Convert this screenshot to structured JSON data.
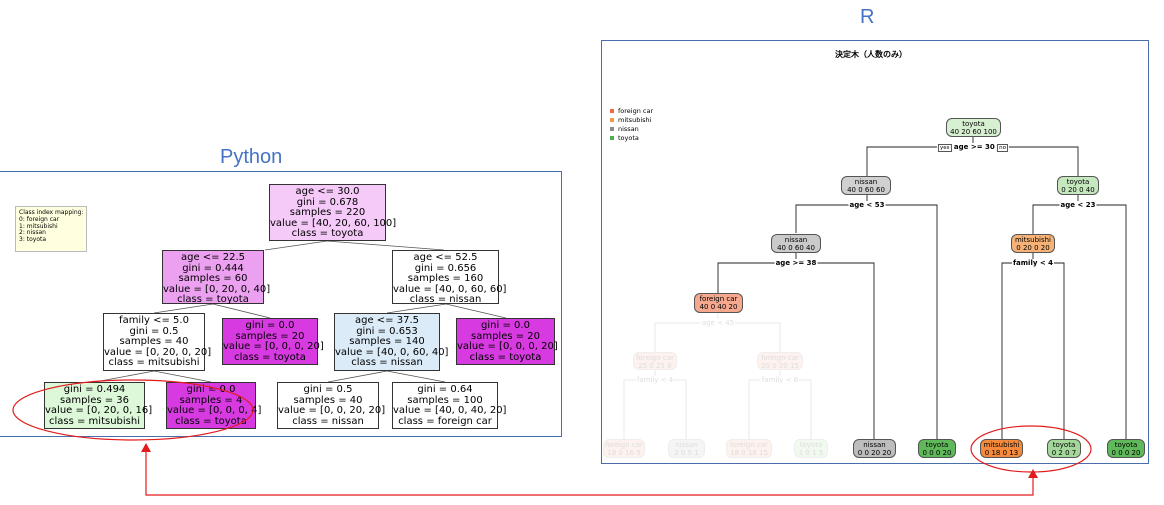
{
  "headings": {
    "python": "Python",
    "r": "R"
  },
  "python": {
    "legend": [
      "Class index mapping:",
      "0: foreign car",
      "1: mitsubishi",
      "2: nissan",
      "3: toyota"
    ],
    "nodes": [
      {
        "lines": [
          "age <= 30.0",
          "gini = 0.678",
          "samples = 220",
          "value = [40, 20, 60, 100]",
          "class = toyota"
        ],
        "fill": "#f5c9f8"
      },
      {
        "lines": [
          "age <= 22.5",
          "gini = 0.444",
          "samples = 60",
          "value = [0, 20, 0, 40]",
          "class = toyota"
        ],
        "fill": "#eca0f0"
      },
      {
        "lines": [
          "age <= 52.5",
          "gini = 0.656",
          "samples = 160",
          "value = [40, 0, 60, 60]",
          "class = nissan"
        ],
        "fill": "#ffffff"
      },
      {
        "lines": [
          "family <= 5.0",
          "gini = 0.5",
          "samples = 40",
          "value = [0, 20, 0, 20]",
          "class = mitsubishi"
        ],
        "fill": "#ffffff"
      },
      {
        "lines": [
          "gini = 0.0",
          "samples = 20",
          "value = [0, 0, 0, 20]",
          "class = toyota"
        ],
        "fill": "#d63ae0"
      },
      {
        "lines": [
          "age <= 37.5",
          "gini = 0.653",
          "samples = 140",
          "value = [40, 0, 60, 40]",
          "class = nissan"
        ],
        "fill": "#dcebf8"
      },
      {
        "lines": [
          "gini = 0.0",
          "samples = 20",
          "value = [0, 0, 0, 20]",
          "class = toyota"
        ],
        "fill": "#d63ae0"
      },
      {
        "lines": [
          "gini = 0.494",
          "samples = 36",
          "value = [0, 20, 0, 16]",
          "class = mitsubishi"
        ],
        "fill": "#dcf8d8"
      },
      {
        "lines": [
          "gini = 0.0",
          "samples = 4",
          "value = [0, 0, 0, 4]",
          "class = toyota"
        ],
        "fill": "#d63ae0"
      },
      {
        "lines": [
          "gini = 0.5",
          "samples = 40",
          "value = [0, 0, 20, 20]",
          "class = nissan"
        ],
        "fill": "#ffffff"
      },
      {
        "lines": [
          "gini = 0.64",
          "samples = 100",
          "value = [40, 0, 40, 20]",
          "class = foreign car"
        ],
        "fill": "#ffffff"
      }
    ]
  },
  "r": {
    "title": "決定木（人数のみ）",
    "legend": [
      {
        "label": "foreign car",
        "color": "#f26a44"
      },
      {
        "label": "mitsubishi",
        "color": "#f79a46"
      },
      {
        "label": "nissan",
        "color": "#8c8c8c"
      },
      {
        "label": "toyota",
        "color": "#4caf50"
      }
    ],
    "yes_label": "yes",
    "no_label": "no",
    "splits": [
      "age >= 30",
      "age < 53",
      "age < 23",
      "age >= 38",
      "family < 4",
      "age < 45",
      "family < 4",
      "family < 6"
    ],
    "nodes": [
      {
        "name": "toyota",
        "vals": "40  20  60  100",
        "fill": "#d8f0d2"
      },
      {
        "name": "nissan",
        "vals": "40  0  60  60",
        "fill": "#d0d0d0"
      },
      {
        "name": "toyota",
        "vals": "0  20  0  40",
        "fill": "#c5e8be"
      },
      {
        "name": "nissan",
        "vals": "40  0  60  40",
        "fill": "#cacaca"
      },
      {
        "name": "mitsubishi",
        "vals": "0  20  0  20",
        "fill": "#f7b277"
      },
      {
        "name": "foreign car",
        "vals": "40  0  40  20",
        "fill": "#f5a88e"
      },
      {
        "name": "foreign car",
        "vals": "25  0  25  8",
        "fill": "#fdf2ee"
      },
      {
        "name": "foreign car",
        "vals": "20  0  20  15",
        "fill": "#fdf2ee"
      },
      {
        "name": "foreign car",
        "vals": "18  0  16  5",
        "fill": "#fdf2ee"
      },
      {
        "name": "nissan",
        "vals": "2  0  5  1",
        "fill": "#f5f5f5"
      },
      {
        "name": "foreign car",
        "vals": "18  0  16  15",
        "fill": "#fdf2ee"
      },
      {
        "name": "toyota",
        "vals": "1  0  1  5",
        "fill": "#f2faf0"
      },
      {
        "name": "nissan",
        "vals": "0  0  20  20",
        "fill": "#bdbdbd"
      },
      {
        "name": "toyota",
        "vals": "0  0  0  20",
        "fill": "#5fb85a"
      },
      {
        "name": "mitsubishi",
        "vals": "0  18  0  13",
        "fill": "#f58a3c"
      },
      {
        "name": "toyota",
        "vals": "0  2  0  7",
        "fill": "#a4d89b"
      },
      {
        "name": "toyota",
        "vals": "0  0  0  20",
        "fill": "#5fb85a"
      }
    ]
  },
  "highlight_color": "#e21c1c"
}
